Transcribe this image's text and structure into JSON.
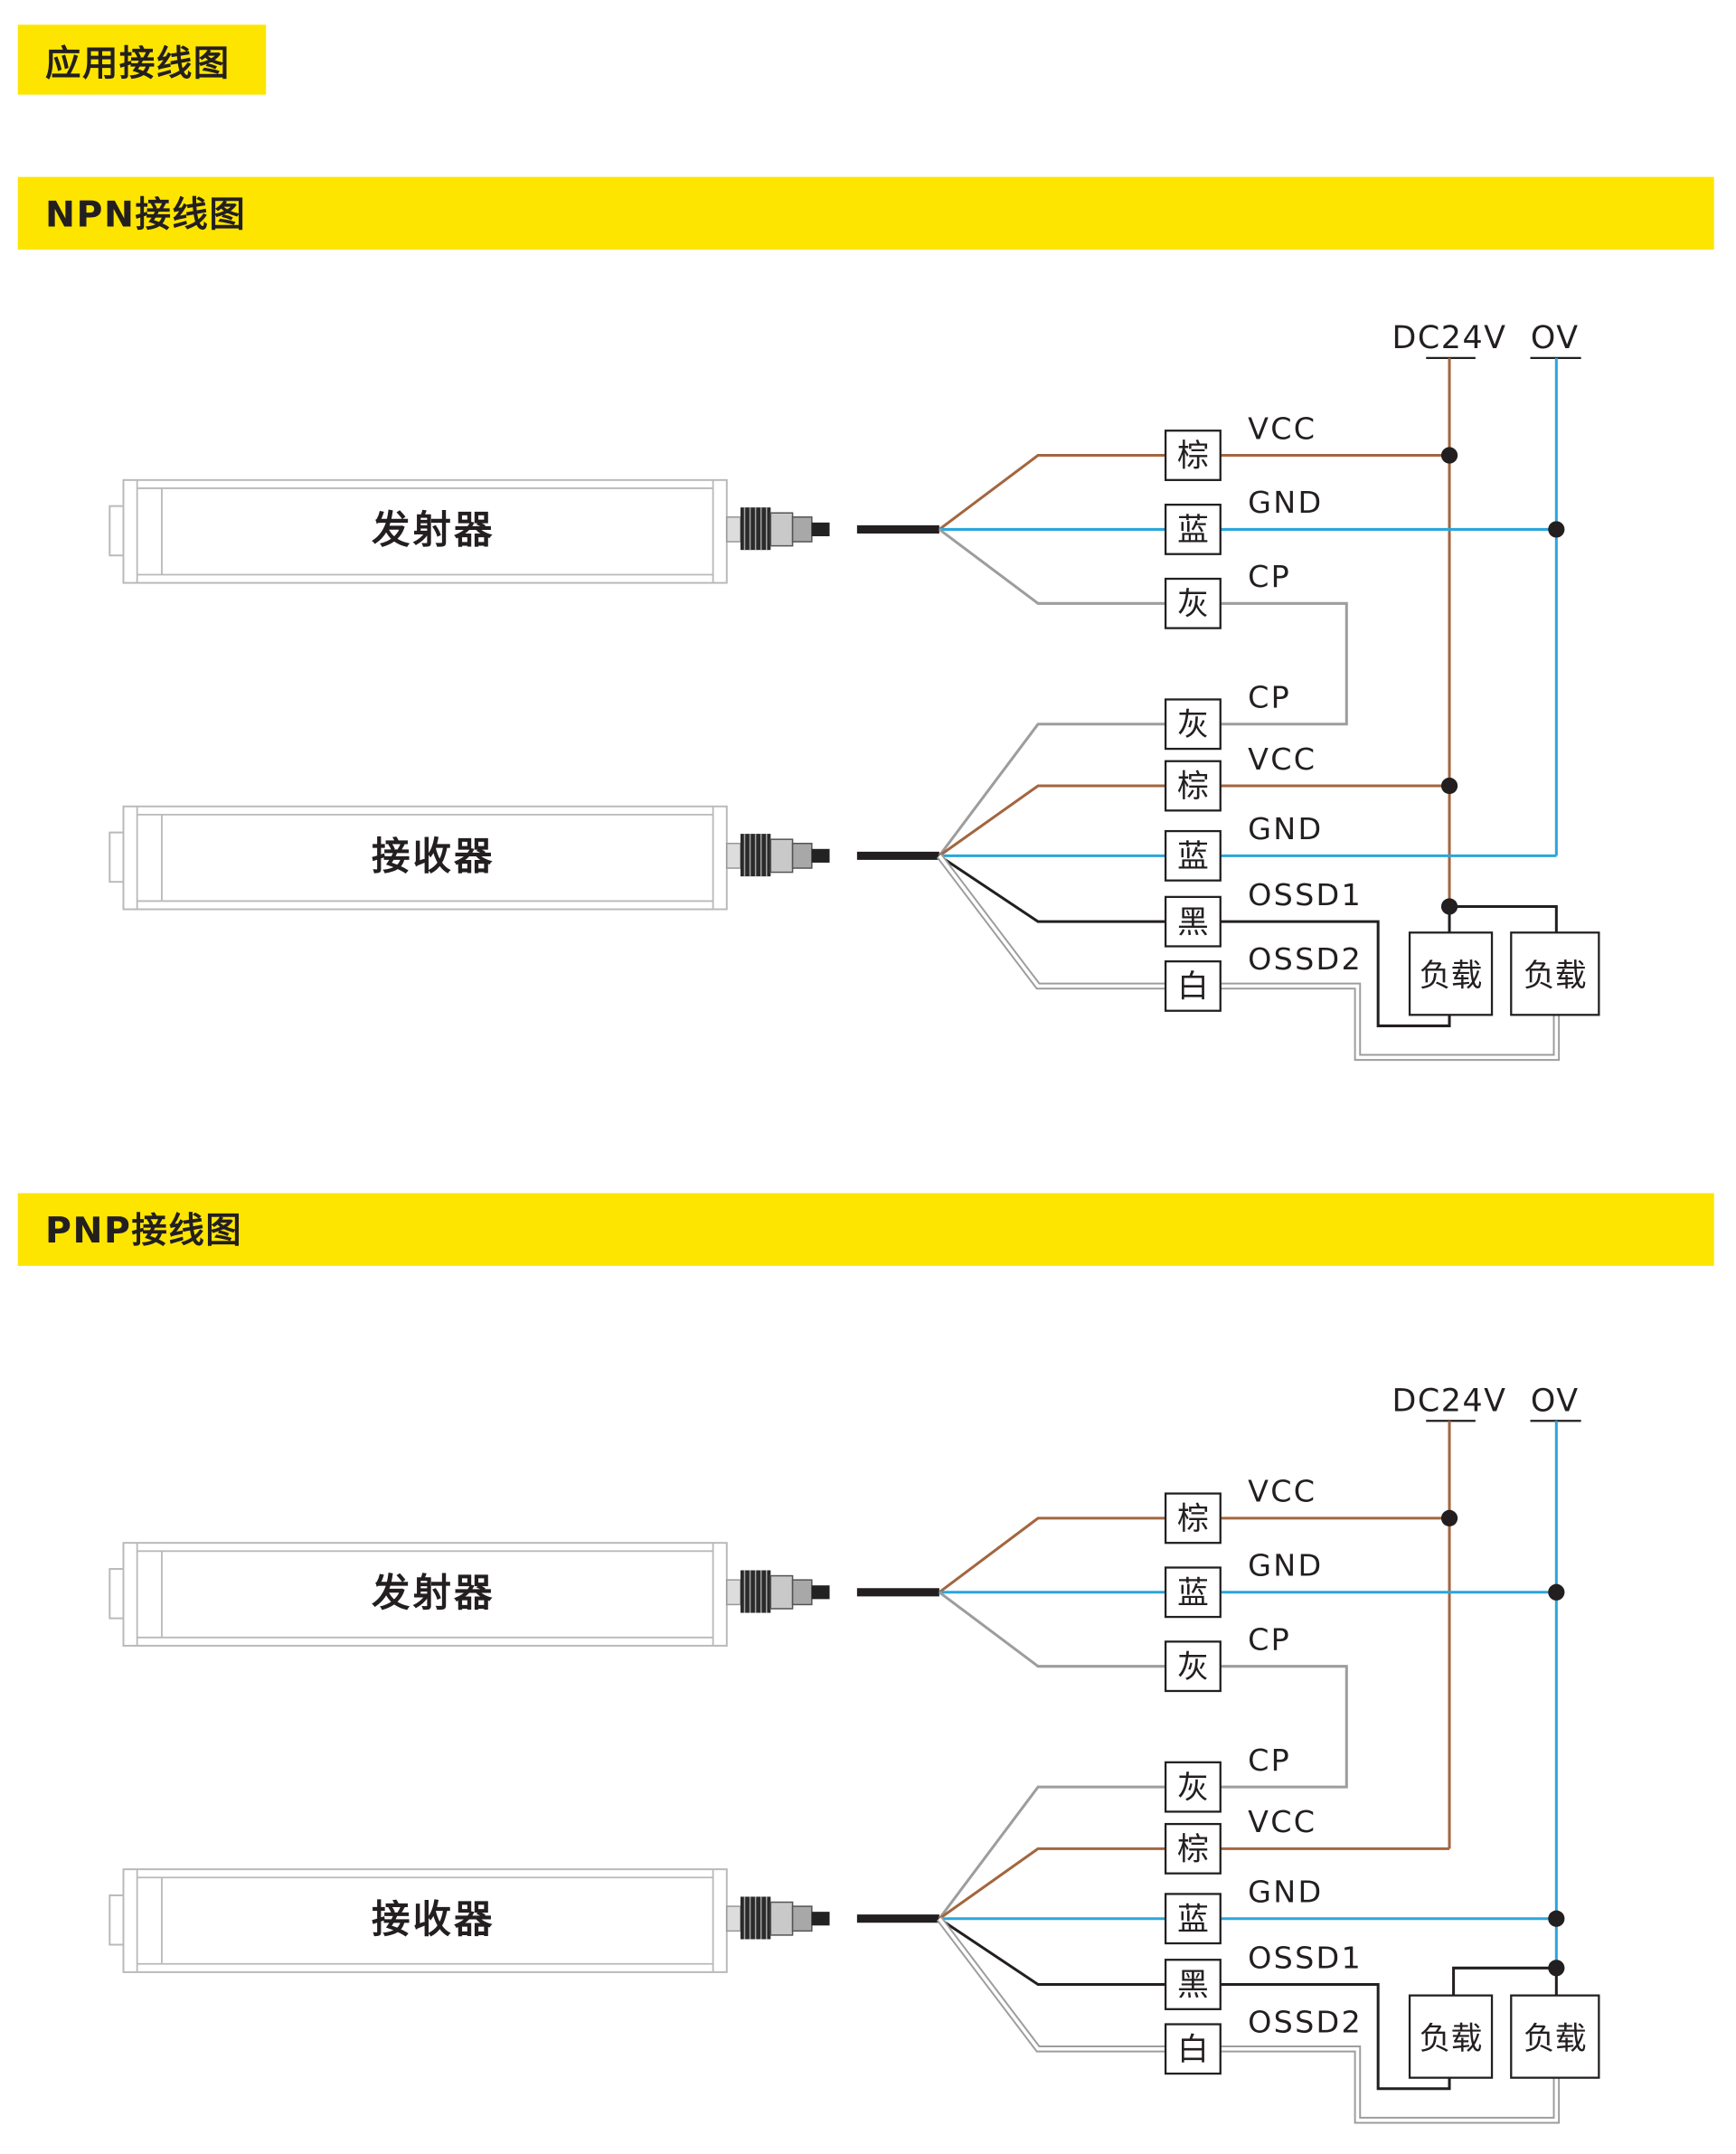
{
  "section_title": "应用接线图",
  "colors": {
    "banner": "#fde500",
    "brown": "#a3663f",
    "blue": "#2ba6db",
    "gray": "#9d9d9d",
    "black": "#231f20",
    "outline": "#b9b9b9"
  },
  "diagrams": [
    {
      "banner": "NPN接线图",
      "supply": {
        "positive": "DC24V",
        "negative": "OV"
      },
      "emitter": {
        "label": "发射器",
        "wires": [
          {
            "color_label": "棕",
            "signal": "VCC"
          },
          {
            "color_label": "蓝",
            "signal": "GND"
          },
          {
            "color_label": "灰",
            "signal": "CP"
          }
        ]
      },
      "receiver": {
        "label": "接收器",
        "wires": [
          {
            "color_label": "灰",
            "signal": "CP"
          },
          {
            "color_label": "棕",
            "signal": "VCC"
          },
          {
            "color_label": "蓝",
            "signal": "GND"
          },
          {
            "color_label": "黑",
            "signal": "OSSD1"
          },
          {
            "color_label": "白",
            "signal": "OSSD2"
          }
        ]
      },
      "loads": [
        "负载",
        "负载"
      ]
    },
    {
      "banner": "PNP接线图",
      "supply": {
        "positive": "DC24V",
        "negative": "OV"
      },
      "emitter": {
        "label": "发射器",
        "wires": [
          {
            "color_label": "棕",
            "signal": "VCC"
          },
          {
            "color_label": "蓝",
            "signal": "GND"
          },
          {
            "color_label": "灰",
            "signal": "CP"
          }
        ]
      },
      "receiver": {
        "label": "接收器",
        "wires": [
          {
            "color_label": "灰",
            "signal": "CP"
          },
          {
            "color_label": "棕",
            "signal": "VCC"
          },
          {
            "color_label": "蓝",
            "signal": "GND"
          },
          {
            "color_label": "黑",
            "signal": "OSSD1"
          },
          {
            "color_label": "白",
            "signal": "OSSD2"
          }
        ]
      },
      "loads": [
        "负载",
        "负载"
      ]
    }
  ]
}
